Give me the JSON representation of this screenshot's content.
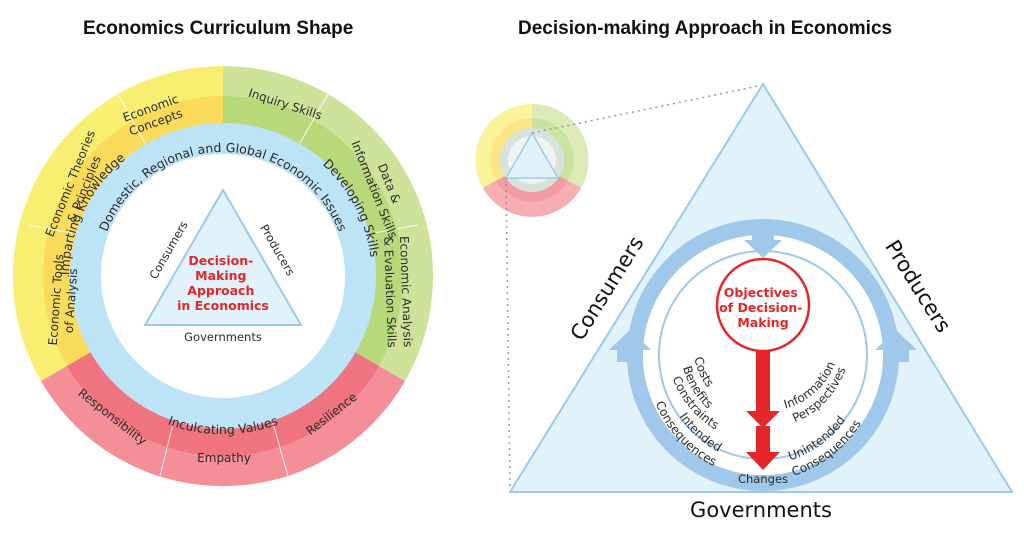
{
  "titles": {
    "left": "Economics Curriculum Shape",
    "right": "Decision-making Approach in Economics"
  },
  "colors": {
    "yellow_outer": "#f8ef72",
    "yellow_inner": "#fbdc5a",
    "green_outer": "#cfe29a",
    "green_inner": "#b7d97a",
    "red_outer": "#f48f97",
    "red_inner": "#ef7480",
    "blue_ring": "#bde3f6",
    "triangle_fill": "#e1f2fb",
    "triangle_stroke": "#9ccbe9",
    "cycle_blue": "#9fc8ea",
    "accent_red": "#e52629"
  },
  "curriculum_shape": {
    "outer_segments": {
      "knowledge": [
        "Economic Concepts",
        "Economic Theories & Principles",
        "Economic Tools of Analysis"
      ],
      "skills": [
        "Inquiry Skills",
        "Data & Information Skills",
        "Economic Analysis & Evaluation Skills"
      ],
      "values": [
        "Responsibility",
        "Empathy",
        "Resilience"
      ]
    },
    "middle_ring": {
      "knowledge": "Imparting Knowledge",
      "skills": "Developing Skills",
      "values": "Inculcating Values"
    },
    "issues_ring": "Domestic, Regional and Global Economic Issues",
    "triangle_sides": {
      "left": "Consumers",
      "right": "Producers",
      "bottom": "Governments"
    },
    "center": [
      "Decision-",
      "Making",
      "Approach",
      "in Economics"
    ]
  },
  "decision_approach": {
    "triangle_sides": {
      "left": "Consumers",
      "right": "Producers",
      "bottom": "Governments"
    },
    "objectives": [
      "Objectives",
      "of Decision-",
      "Making"
    ],
    "left_factors": [
      "Costs",
      "Benefits",
      "Constraints"
    ],
    "right_factors": [
      "Information",
      "Perspectives"
    ],
    "left_outcome": [
      "Intended",
      "Consequences"
    ],
    "right_outcome": [
      "Unintended",
      "Consequences"
    ],
    "result": "Changes"
  }
}
